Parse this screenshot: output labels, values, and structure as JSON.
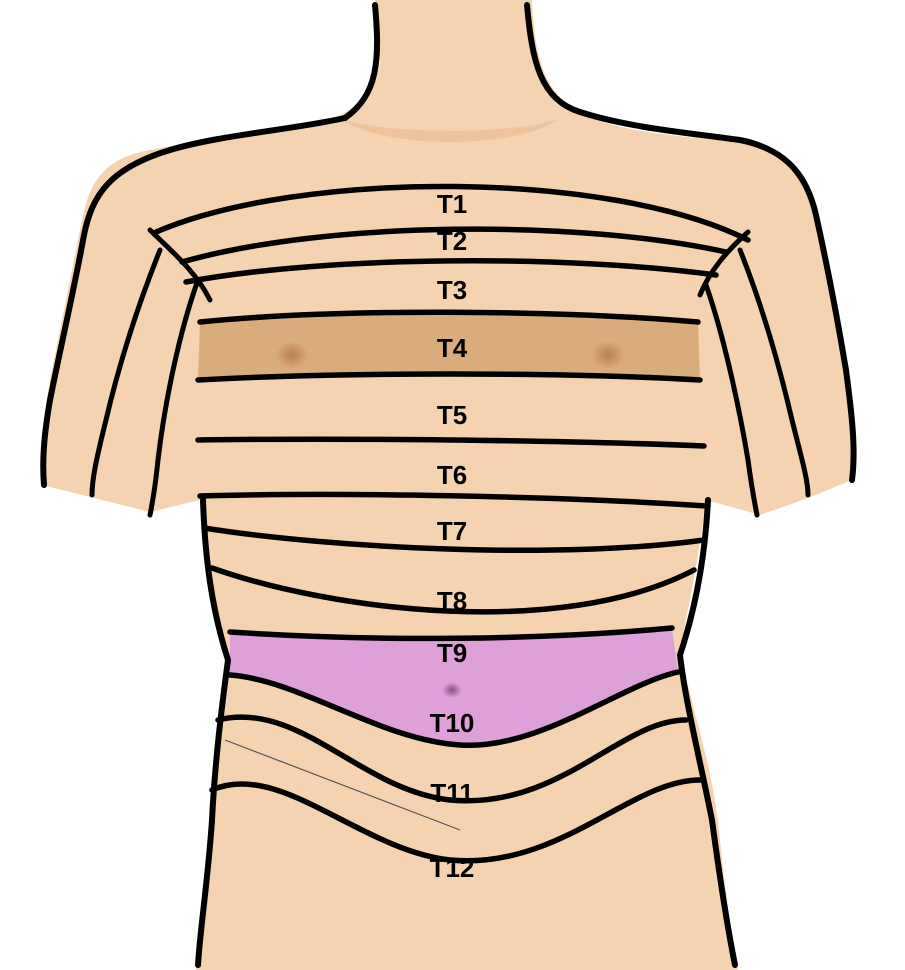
{
  "colors": {
    "skin": "#f6d3b0",
    "skin_shadow": "#e9bb94",
    "t4_highlight": "#d9ac7c",
    "t10_highlight": "#dea0d8",
    "nipple": "#c99464",
    "outline": "#000000"
  },
  "dermatomes": [
    {
      "label": "T1",
      "highlight": false
    },
    {
      "label": "T2",
      "highlight": false
    },
    {
      "label": "T3",
      "highlight": false
    },
    {
      "label": "T4",
      "highlight": true,
      "color": "t4_highlight"
    },
    {
      "label": "T5",
      "highlight": false
    },
    {
      "label": "T6",
      "highlight": false
    },
    {
      "label": "T7",
      "highlight": false
    },
    {
      "label": "T8",
      "highlight": false
    },
    {
      "label": "T9",
      "highlight": true,
      "color": "t10_highlight"
    },
    {
      "label": "T10",
      "highlight": true,
      "color": "t10_highlight"
    },
    {
      "label": "T11",
      "highlight": false
    },
    {
      "label": "T12",
      "highlight": false
    }
  ]
}
